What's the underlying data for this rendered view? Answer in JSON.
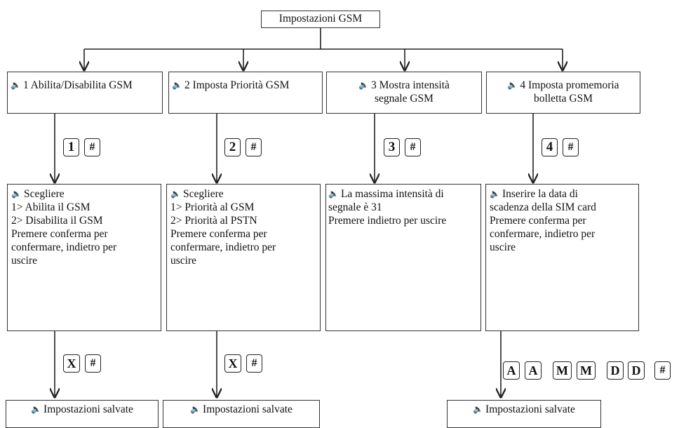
{
  "root": {
    "title": "Impostazioni GSM"
  },
  "speaker_icon": "🔈",
  "menus": [
    {
      "label": "1 Abilita/Disabilita GSM"
    },
    {
      "label": "2 Imposta Priorità GSM"
    },
    {
      "label_l1": "3 Mostra intensità",
      "label_l2": "segnale GSM"
    },
    {
      "label_l1": "4 Imposta promemoria",
      "label_l2": "bolletta GSM"
    }
  ],
  "keys_top": [
    {
      "digit": "1",
      "hash": "#"
    },
    {
      "digit": "2",
      "hash": "#"
    },
    {
      "digit": "3",
      "hash": "#"
    },
    {
      "digit": "4",
      "hash": "#"
    }
  ],
  "details": [
    {
      "lines": [
        "Scegliere",
        "1> Abilita il GSM",
        "2> Disabilita il GSM",
        "Premere conferma per",
        "confermare, indietro per",
        "uscire"
      ]
    },
    {
      "lines": [
        "Scegliere",
        "1> Priorità al GSM",
        "2> Priorità al PSTN",
        "Premere conferma per",
        "confermare, indietro per",
        "uscire"
      ]
    },
    {
      "lines": [
        "La massima intensità di",
        "segnale è 31",
        "Premere indietro per uscire"
      ]
    },
    {
      "lines": [
        "Inserire la data di",
        "scadenza della SIM card",
        "Premere conferma per",
        "confermare, indietro per",
        "uscire"
      ]
    }
  ],
  "keys_bottom": [
    {
      "keys": [
        "X",
        "#"
      ]
    },
    {
      "keys": [
        "X",
        "#"
      ]
    },
    {
      "keys": [
        "A",
        "A",
        "M",
        "M",
        "D",
        "D",
        "#"
      ]
    }
  ],
  "saved": [
    {
      "label": "Impostazioni salvate"
    },
    {
      "label": "Impostazioni salvate"
    },
    {
      "label": "Impostazioni salvate"
    }
  ]
}
